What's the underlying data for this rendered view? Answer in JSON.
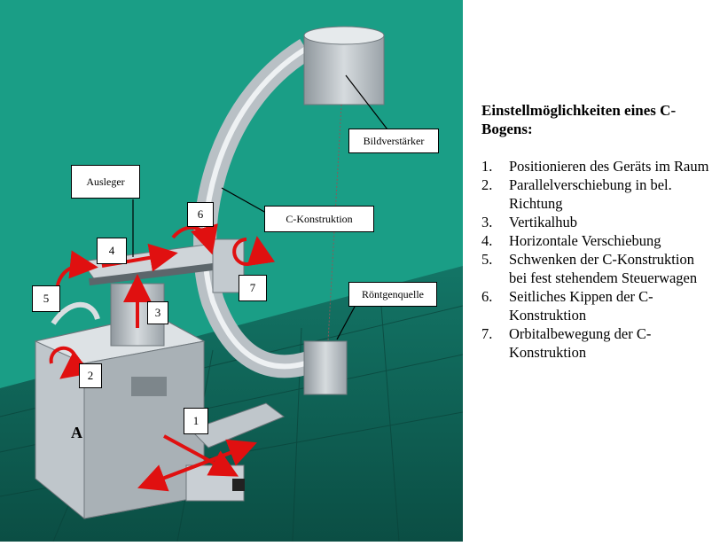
{
  "callouts": {
    "bildverstaerker": "Bildverstärker",
    "ausleger": "Ausleger",
    "c_konstruktion": "C-Konstruktion",
    "roentgenquelle": "Röntgenquelle"
  },
  "markers": [
    "1",
    "2",
    "3",
    "4",
    "5",
    "6",
    "7"
  ],
  "device_label": "A",
  "panel": {
    "title": "Einstellmöglichkeiten eines C-Bogens:",
    "items": [
      {
        "n": "1.",
        "text": "Positionieren des Geräts im Raum"
      },
      {
        "n": "2.",
        "text": "Parallelverschiebung in bel. Richtung"
      },
      {
        "n": "3.",
        "text": "Vertikalhub"
      },
      {
        "n": "4.",
        "text": "Horizontale Verschiebung"
      },
      {
        "n": "5.",
        "text": "Schwenken der C-Konstruktion bei fest stehendem Steuerwagen"
      },
      {
        "n": "6.",
        "text": "Seitliches Kippen der C-Konstruktion"
      },
      {
        "n": "7.",
        "text": "Orbitalbewegung der C-Konstruktion"
      }
    ]
  },
  "colors": {
    "wall": "#1a9e86",
    "floor": "#0e5e52",
    "device": "#c9cfd4",
    "arrow": "#e01010"
  }
}
